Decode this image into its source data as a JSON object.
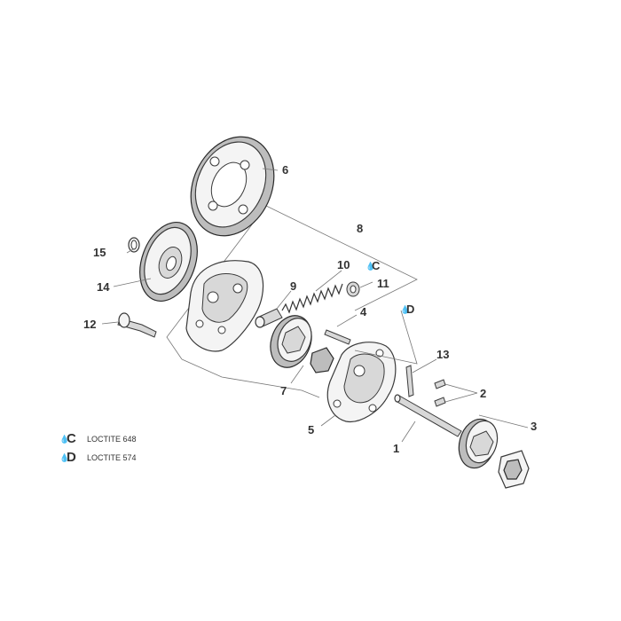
{
  "callouts": [
    {
      "id": "1",
      "label": "1"
    },
    {
      "id": "2",
      "label": "2"
    },
    {
      "id": "3",
      "label": "3"
    },
    {
      "id": "4",
      "label": "4"
    },
    {
      "id": "5",
      "label": "5"
    },
    {
      "id": "6",
      "label": "6"
    },
    {
      "id": "7",
      "label": "7"
    },
    {
      "id": "8",
      "label": "8"
    },
    {
      "id": "9",
      "label": "9"
    },
    {
      "id": "10",
      "label": "10"
    },
    {
      "id": "11",
      "label": "11"
    },
    {
      "id": "12",
      "label": "12"
    },
    {
      "id": "13",
      "label": "13"
    },
    {
      "id": "14",
      "label": "14"
    },
    {
      "id": "15",
      "label": "15"
    }
  ],
  "sealant_marks": {
    "c": {
      "symbol": "C"
    },
    "d": {
      "symbol": "D"
    }
  },
  "legend": [
    {
      "symbol": "C",
      "text": "LOCTITE 648"
    },
    {
      "symbol": "D",
      "text": "LOCTITE 574"
    }
  ]
}
